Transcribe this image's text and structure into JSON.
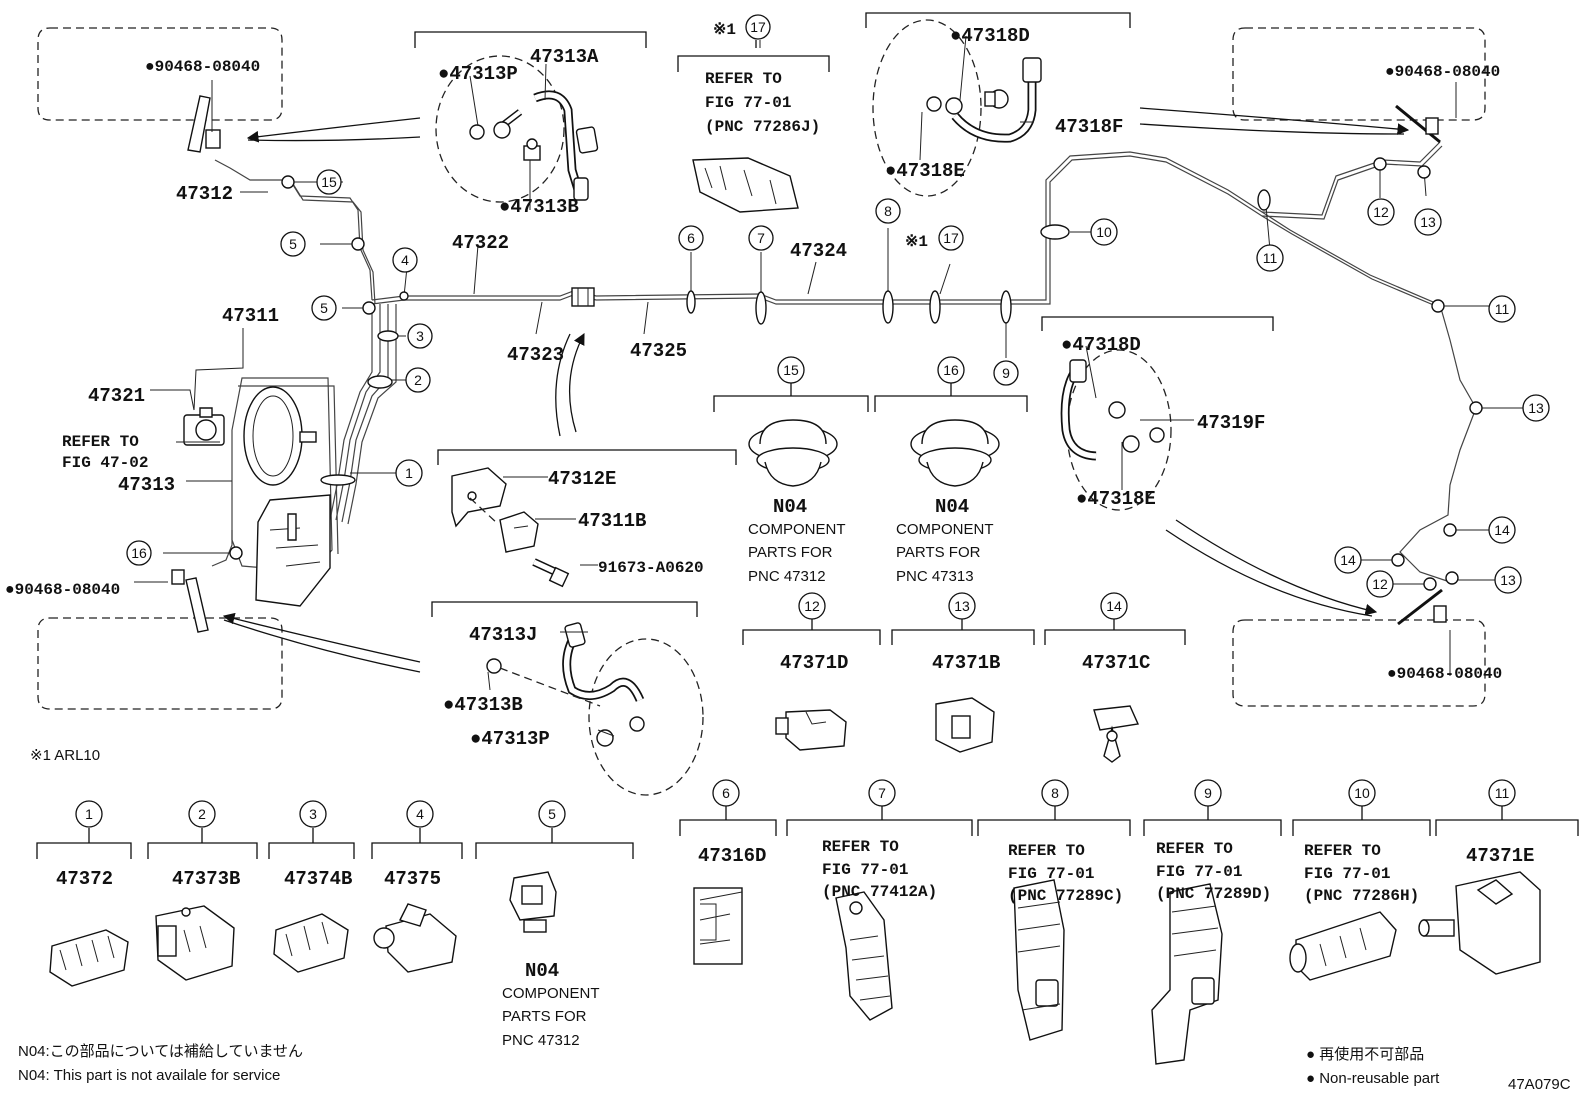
{
  "diagram_code": "47A079C",
  "footnote_arl": "※1 ARL10",
  "legend": {
    "n04_jp": "N04:この部品については補給していません",
    "n04_en": "N04: This part is not availale for service",
    "nonreuse_jp": "● 再使用不可部品",
    "nonreuse_en": "● Non-reusable part"
  },
  "labels": {
    "p90468_tl": "●90468-08040",
    "p90468_tr": "●90468-08040",
    "p90468_left": "●90468-08040",
    "p90468_br": "●90468-08040",
    "p47313P_top": "●47313P",
    "p47313A": "47313A",
    "p47313B_top": "●47313B",
    "star1_top": "※1",
    "ref77286J_1": "REFER TO",
    "ref77286J_2": "FIG 77-01",
    "ref77286J_3": "(PNC 77286J)",
    "p47318D_top": "●47318D",
    "p47318F": "47318F",
    "p47318E_top": "●47318E",
    "p47312": "47312",
    "p47322": "47322",
    "p47324": "47324",
    "star1_mid": "※1",
    "p47311": "47311",
    "p47323": "47323",
    "p47325": "47325",
    "p47321": "47321",
    "ref4702_1": "REFER TO",
    "ref4702_2": "FIG 47-02",
    "p47313": "47313",
    "p47312E": "47312E",
    "p47311B": "47311B",
    "p91673": "91673-A0620",
    "n04_a": "N04",
    "n04_b": "N04",
    "comp_a1": "COMPONENT",
    "comp_a2": "PARTS FOR",
    "comp_a3": "PNC 47312",
    "comp_b1": "COMPONENT",
    "comp_b2": "PARTS FOR",
    "comp_b3": "PNC 47313",
    "p47318D_mid": "●47318D",
    "p47319F": "47319F",
    "p47318E_mid": "●47318E",
    "p47313J": "47313J",
    "p47313B_bot": "●47313B",
    "p47313P_bot": "●47313P",
    "p47371D": "47371D",
    "p47371B": "47371B",
    "p47371C": "47371C",
    "p47372": "47372",
    "p47373B": "47373B",
    "p47374B": "47374B",
    "p47375": "47375",
    "n04_c": "N04",
    "comp_c1": "COMPONENT",
    "comp_c2": "PARTS FOR",
    "comp_c3": "PNC 47312",
    "p47316D": "47316D",
    "ref77412A_1": "REFER TO",
    "ref77412A_2": "FIG 77-01",
    "ref77412A_3": "(PNC 77412A)",
    "ref77289C_1": "REFER TO",
    "ref77289C_2": "FIG 77-01",
    "ref77289C_3": "(PNC 77289C)",
    "ref77289D_1": "REFER TO",
    "ref77289D_2": "FIG 77-01",
    "ref77289D_3": "(PNC 77289D)",
    "ref77286H_1": "REFER TO",
    "ref77286H_2": "FIG 77-01",
    "ref77286H_3": "(PNC 77286H)",
    "p47371E": "47371E"
  },
  "callouts": {
    "c1": "1",
    "c2": "2",
    "c3": "3",
    "c4": "4",
    "c5a": "5",
    "c5b": "5",
    "c6": "6",
    "c7": "7",
    "c8": "8",
    "c9": "9",
    "c10": "10",
    "c11a": "11",
    "c11b": "11",
    "c12a": "12",
    "c12b": "12",
    "c13a": "13",
    "c13b": "13",
    "c13c": "13",
    "c14a": "14",
    "c14b": "14",
    "c15": "15",
    "c16": "16",
    "c17a": "17",
    "c17b": "17",
    "k15": "15",
    "k16": "16",
    "k12": "12",
    "k13": "13",
    "k14": "14",
    "k1": "1",
    "k2": "2",
    "k3": "3",
    "k4": "4",
    "k5": "5",
    "k6": "6",
    "k7": "7",
    "k8": "8",
    "k9": "9",
    "k10": "10",
    "k11": "11"
  }
}
